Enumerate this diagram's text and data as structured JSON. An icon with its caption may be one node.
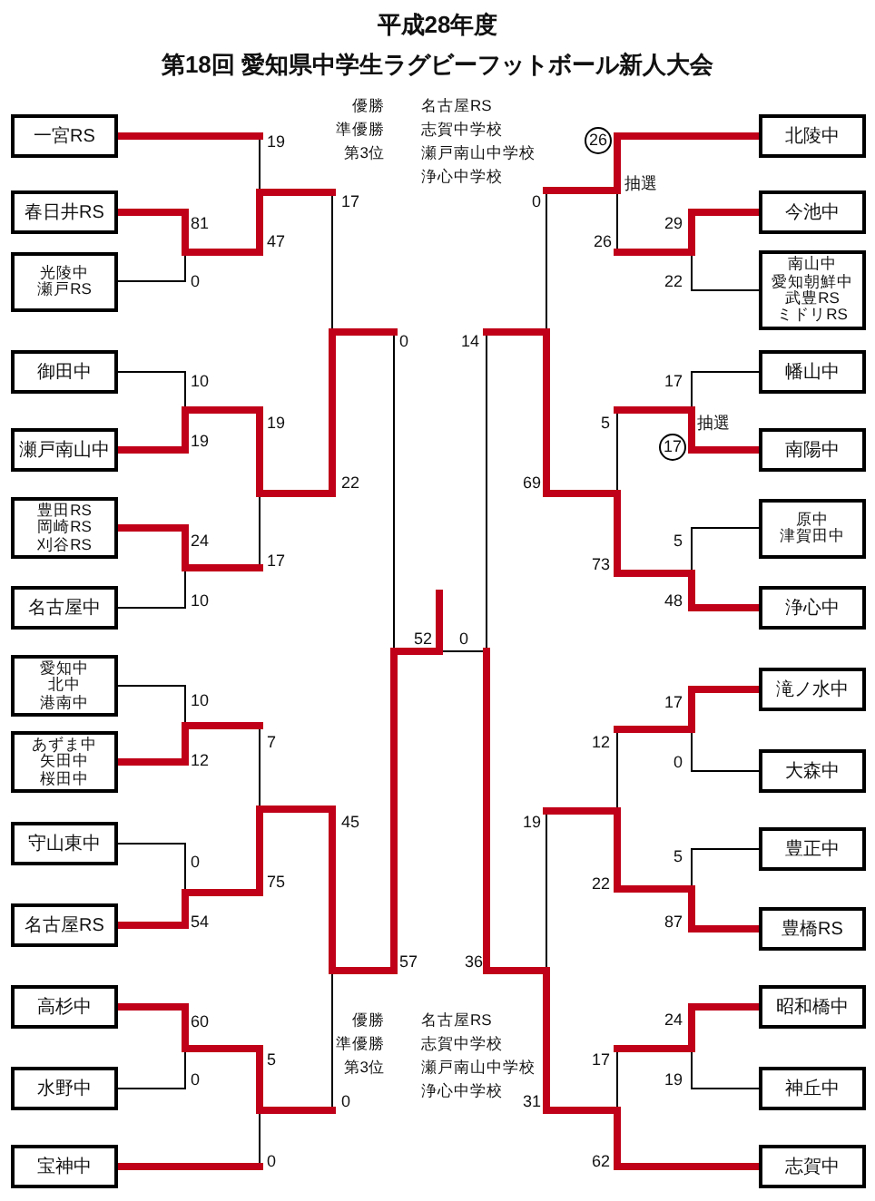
{
  "diagram": {
    "title": "第18回 愛知県中学生ラグビーフットボール新人大会",
    "nodes": [
      {
        "text": [
          "一宮RS"
        ]
      },
      {
        "text": [
          "春日井RS"
        ]
      },
      {
        "text": [
          "光陵中",
          "瀬戸RS"
        ]
      },
      {
        "text": [
          "御田中"
        ]
      },
      {
        "text": [
          "瀬戸南山中"
        ]
      },
      {
        "text": [
          "豊田RS",
          "岡崎RS",
          "刈谷RS"
        ]
      },
      {
        "text": [
          "名古屋中"
        ]
      },
      {
        "text": [
          "愛知中",
          "北中",
          "港南中"
        ]
      },
      {
        "text": [
          "あずま中",
          "矢田中",
          "桜田中"
        ]
      },
      {
        "text": [
          "守山東中"
        ]
      },
      {
        "text": [
          "名古屋RS"
        ]
      },
      {
        "text": [
          "高杉中"
        ]
      },
      {
        "text": [
          "水野中"
        ]
      },
      {
        "text": [
          "宝神中"
        ]
      },
      {
        "text": [
          "北陵中"
        ]
      },
      {
        "text": [
          "今池中"
        ]
      },
      {
        "text": [
          "南山中",
          "愛知朝鮮中",
          "武豊RS",
          "ミドリRS"
        ]
      },
      {
        "text": [
          "幡山中"
        ]
      },
      {
        "text": [
          "南陽中"
        ]
      },
      {
        "text": [
          "原中",
          "津賀田中"
        ]
      },
      {
        "text": [
          "浄心中"
        ]
      },
      {
        "text": [
          "滝ノ水中"
        ]
      },
      {
        "text": [
          "大森中"
        ]
      },
      {
        "text": [
          "豊正中"
        ]
      },
      {
        "text": [
          "豊橋RS"
        ]
      },
      {
        "text": [
          "昭和橋中"
        ]
      },
      {
        "text": [
          "神丘中"
        ]
      },
      {
        "text": [
          "志賀中"
        ]
      }
    ],
    "labels": [
      "平成28年度",
      "優勝",
      "名古屋RS",
      "準優勝",
      "志賀中学校",
      "第3位",
      "瀬戸南山中学校",
      "浄心中学校",
      "19",
      "81",
      "47",
      "0",
      "17",
      "10",
      "19",
      "19",
      "0",
      "22",
      "24",
      "17",
      "10",
      "52",
      "0",
      "10",
      "7",
      "12",
      "45",
      "0",
      "75",
      "54",
      "57",
      "60",
      "5",
      "0",
      "0",
      "0",
      "26",
      "抽選",
      "0",
      "29",
      "26",
      "22",
      "14",
      "17",
      "5",
      "抽選",
      "17",
      "69",
      "5",
      "73",
      "48",
      "17",
      "12",
      "0",
      "19",
      "5",
      "22",
      "87",
      "36",
      "24",
      "17",
      "19",
      "31",
      "62",
      "優勝",
      "名古屋RS",
      "準優勝",
      "志賀中学校",
      "第3位",
      "瀬戸南山中学校",
      "浄心中学校"
    ]
  }
}
